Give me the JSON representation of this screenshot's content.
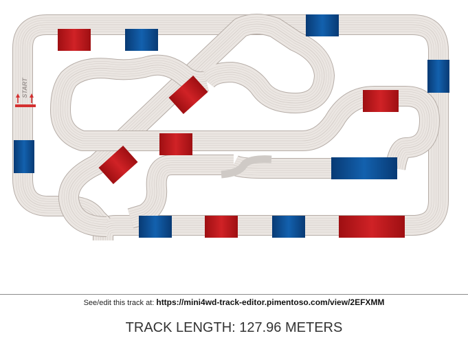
{
  "track": {
    "start_label": "START",
    "colors": {
      "surface": "#ebe6e2",
      "edge": "#b5aca6",
      "lane_line": "#d2cbc6",
      "red_segment": "#c31a1d",
      "blue_segment": "#0d4d94",
      "start_marker": "#d43030",
      "crossover": "#cfcac6"
    }
  },
  "footer": {
    "see_edit_text": "See/edit this track at:",
    "url": "https://mini4wd-track-editor.pimentoso.com/view/2EFXMM",
    "length_text": "TRACK LENGTH: 127.96 METERS"
  }
}
